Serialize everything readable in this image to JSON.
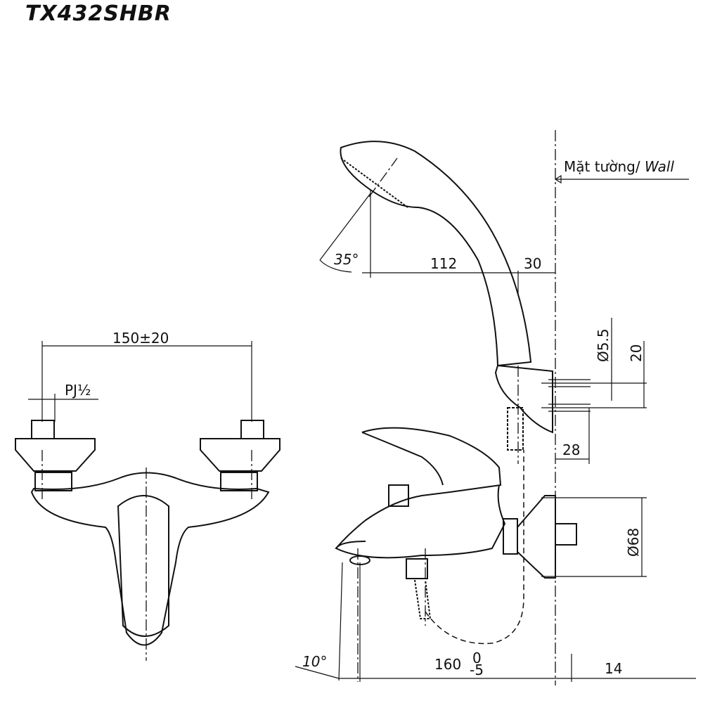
{
  "title": "TX432SHBR",
  "labels": {
    "wall": "Mặt tường/ ",
    "wall_en": "Wall",
    "angle_head": "35°",
    "dim_112": "112",
    "dim_30": "30",
    "dim_d55": "Ø5.5",
    "dim_20": "20",
    "dim_28": "28",
    "dim_d68": "Ø68",
    "dim_150": "150±20",
    "thread": "PJ½",
    "angle_spout": "10°",
    "dim_160": "160",
    "tol_upper": "0",
    "tol_lower": "-5",
    "dim_14": "14"
  }
}
